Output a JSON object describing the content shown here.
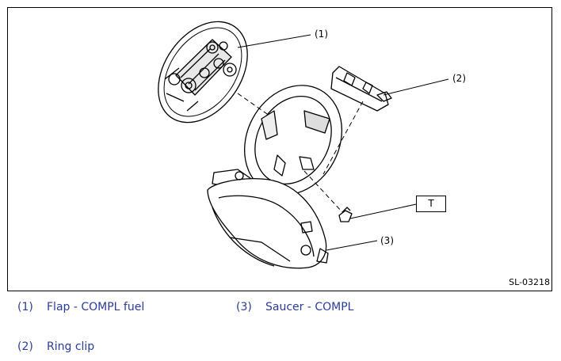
{
  "figure": {
    "id": "SL-03218",
    "callouts": [
      {
        "label": "(1)"
      },
      {
        "label": "(2)"
      },
      {
        "label": "(3)"
      }
    ],
    "tag_label": "T"
  },
  "legend": [
    {
      "num": "(1)",
      "text": "Flap - COMPL fuel"
    },
    {
      "num": "(2)",
      "text": "Ring clip"
    },
    {
      "num": "(3)",
      "text": "Saucer - COMPL"
    }
  ],
  "colors": {
    "legend_text": "#2b3b9a",
    "line": "#000000"
  }
}
